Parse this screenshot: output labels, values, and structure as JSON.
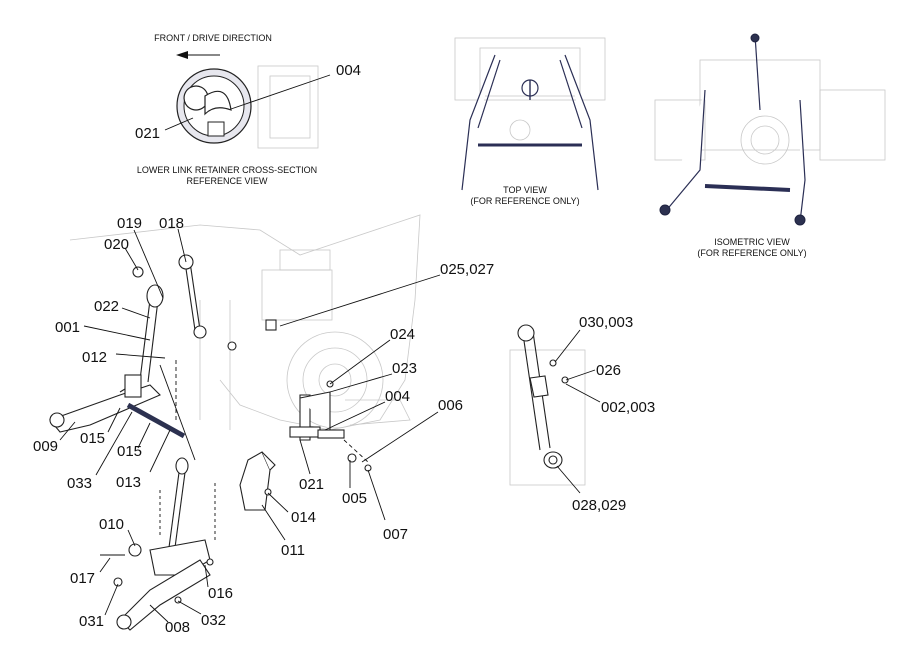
{
  "insets": {
    "front_direction": "FRONT / DRIVE DIRECTION",
    "cross_section": [
      "LOWER LINK RETAINER CROSS-SECTION",
      "REFERENCE VIEW"
    ],
    "top_view": [
      "TOP VIEW",
      "(FOR REFERENCE ONLY)"
    ],
    "isometric_view": [
      "ISOMETRIC VIEW",
      "(FOR REFERENCE ONLY)"
    ]
  },
  "callouts": {
    "c004a": "004",
    "c021a": "021",
    "c019": "019",
    "c018": "018",
    "c020": "020",
    "c022": "022",
    "c001": "001",
    "c012": "012",
    "c009": "009",
    "c015a": "015",
    "c015b": "015",
    "c033": "033",
    "c013": "013",
    "c025": "025,027",
    "c024": "024",
    "c023": "023",
    "c004b": "004",
    "c006": "006",
    "c021b": "021",
    "c005": "005",
    "c007": "007",
    "c014": "014",
    "c011": "011",
    "c010": "010",
    "c017": "017",
    "c016": "016",
    "c031": "031",
    "c008": "008",
    "c032": "032",
    "c030": "030,003",
    "c026": "026",
    "c002": "002,003",
    "c028": "028,029"
  }
}
